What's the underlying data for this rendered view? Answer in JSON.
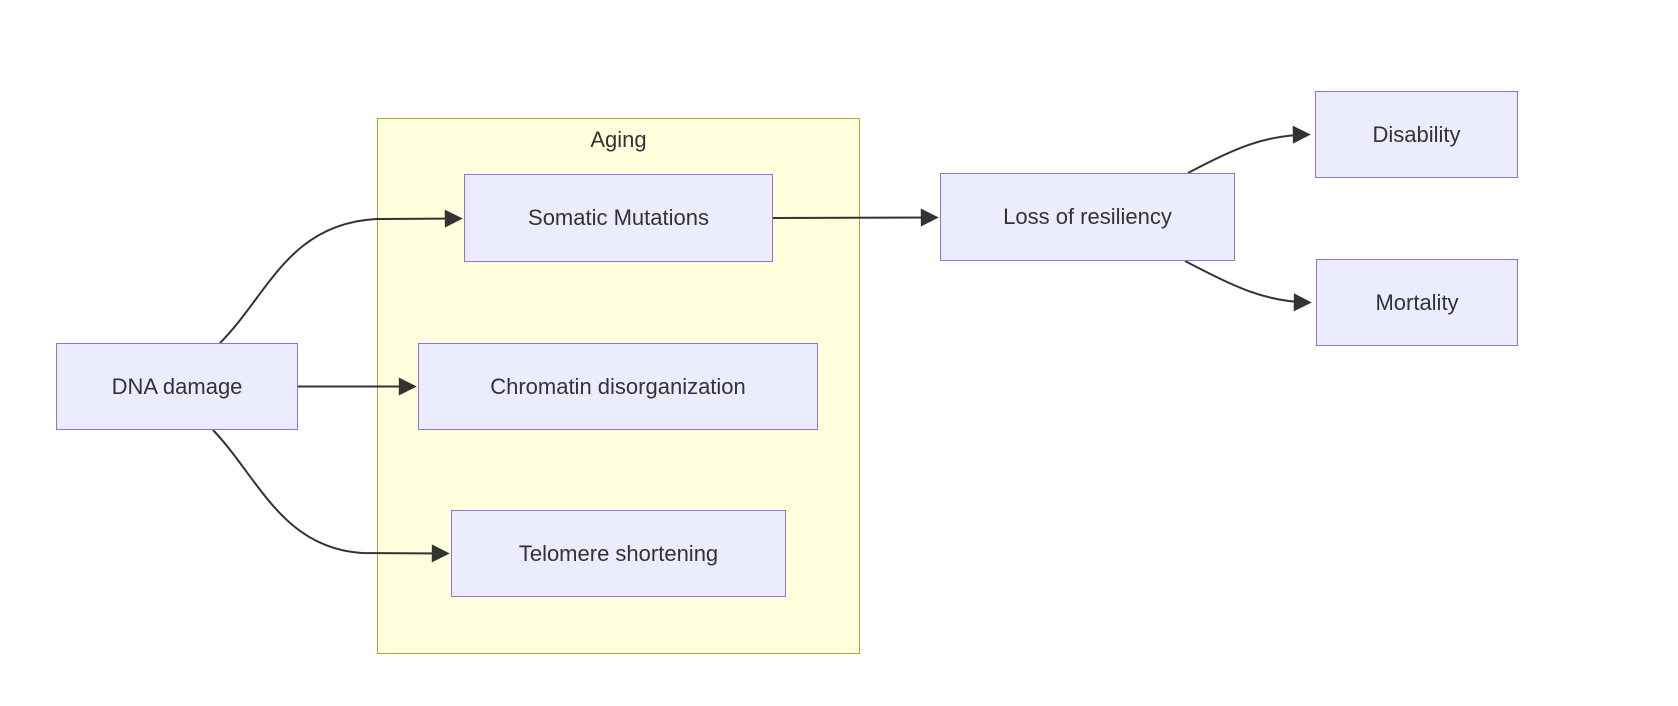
{
  "diagram": {
    "type": "flowchart",
    "direction": "left-to-right",
    "cluster": {
      "id": "aging",
      "label": "Aging",
      "children": [
        "somatic_mutations",
        "chromatin_disorganization",
        "telomere_shortening"
      ]
    },
    "nodes": {
      "dna_damage": {
        "label": "DNA damage"
      },
      "somatic_mutations": {
        "label": "Somatic Mutations"
      },
      "chromatin_disorganization": {
        "label": "Chromatin disorganization"
      },
      "telomere_shortening": {
        "label": "Telomere shortening"
      },
      "loss_of_resiliency": {
        "label": "Loss of resiliency"
      },
      "disability": {
        "label": "Disability"
      },
      "mortality": {
        "label": "Mortality"
      }
    },
    "edges": [
      {
        "from": "dna_damage",
        "to": "somatic_mutations",
        "arrow": true
      },
      {
        "from": "dna_damage",
        "to": "chromatin_disorganization",
        "arrow": true
      },
      {
        "from": "dna_damage",
        "to": "telomere_shortening",
        "arrow": true
      },
      {
        "from": "somatic_mutations",
        "to": "loss_of_resiliency",
        "arrow": true
      },
      {
        "from": "loss_of_resiliency",
        "to": "disability",
        "arrow": true
      },
      {
        "from": "loss_of_resiliency",
        "to": "mortality",
        "arrow": true
      }
    ],
    "colors": {
      "background": "#ffffff",
      "node_fill": "#ececff",
      "node_border": "#9370db",
      "cluster_fill": "#ffffde",
      "cluster_border": "#aaaa33",
      "edge_stroke": "#333333",
      "text": "#333333"
    }
  }
}
